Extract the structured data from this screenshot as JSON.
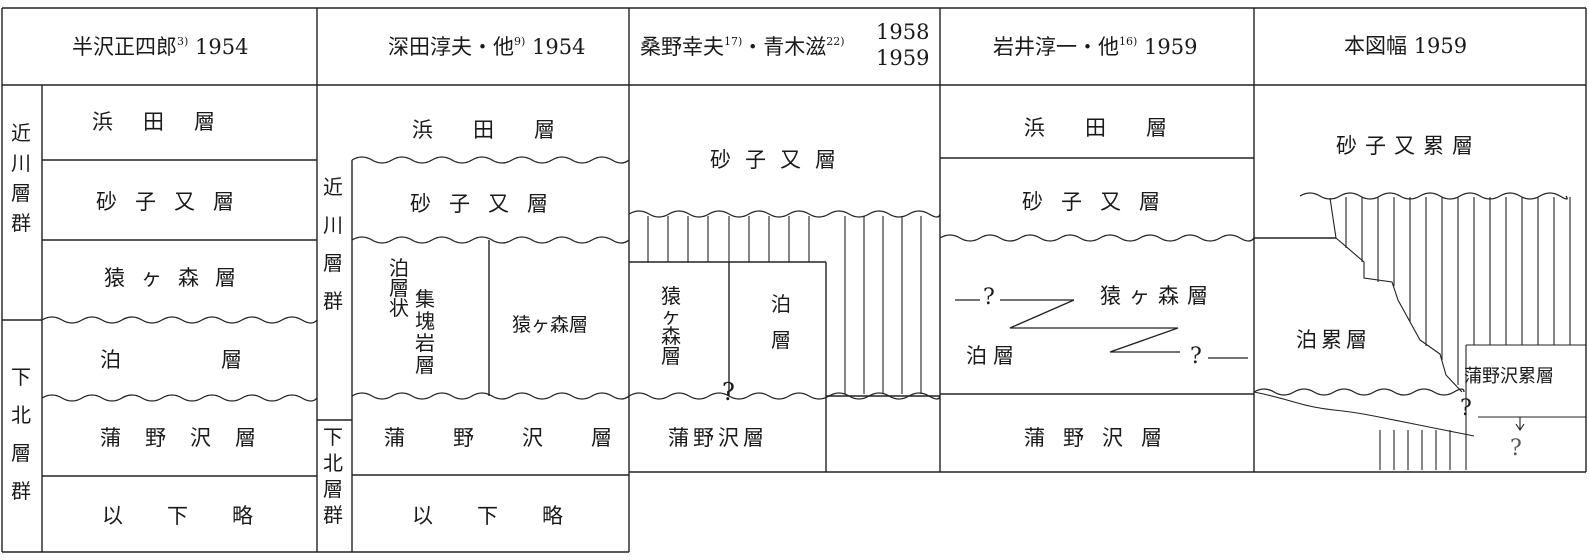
{
  "columns": [
    {
      "author": "半沢正四郎",
      "ref": "3)",
      "year": "1954"
    },
    {
      "author": "深田淳夫・他",
      "ref": "9)",
      "year": "1954"
    },
    {
      "author": "桑野幸夫",
      "ref": "17)",
      "author2": "・青木滋",
      "ref2": "22)",
      "year": "1958",
      "year2": "1959"
    },
    {
      "author": "岩井淳一・他",
      "ref": "16)",
      "year": "1959"
    },
    {
      "author": "本図幅",
      "year": "1959"
    }
  ],
  "col1": {
    "group1": "近川層群",
    "group2": "下北層群",
    "layers": [
      "浜田層",
      "砂子又層",
      "猿ヶ森層",
      "泊層",
      "蒲野沢層",
      "以下略"
    ]
  },
  "col2": {
    "group1": "近川層群",
    "group2": "下北層群",
    "hamada": "浜田層",
    "sunagomata": "砂子又層",
    "tomari_a": "泊層状",
    "tomari_b": "集塊岩層",
    "sarugamori": "猿ヶ森層",
    "gamanosawa": "蒲野沢層",
    "ikaryaku": "以下略"
  },
  "col3": {
    "sunagomata": "砂子又層",
    "sarugamori": "猿ヶ森層",
    "tomari": "泊層",
    "question": "?",
    "gamanosawa": "蒲野沢層"
  },
  "col4": {
    "hamada": "浜田層",
    "sunagomata": "砂子又層",
    "sarugamori": "猿ヶ森層",
    "tomari": "泊層",
    "question_left": "?",
    "question_right": "?",
    "gamanosawa": "蒲野沢層"
  },
  "col5": {
    "sunagomata": "砂子又累層",
    "tomari": "泊累層",
    "gamanosawa": "蒲野沢累層",
    "question_mid": "?",
    "question_low": "?"
  }
}
